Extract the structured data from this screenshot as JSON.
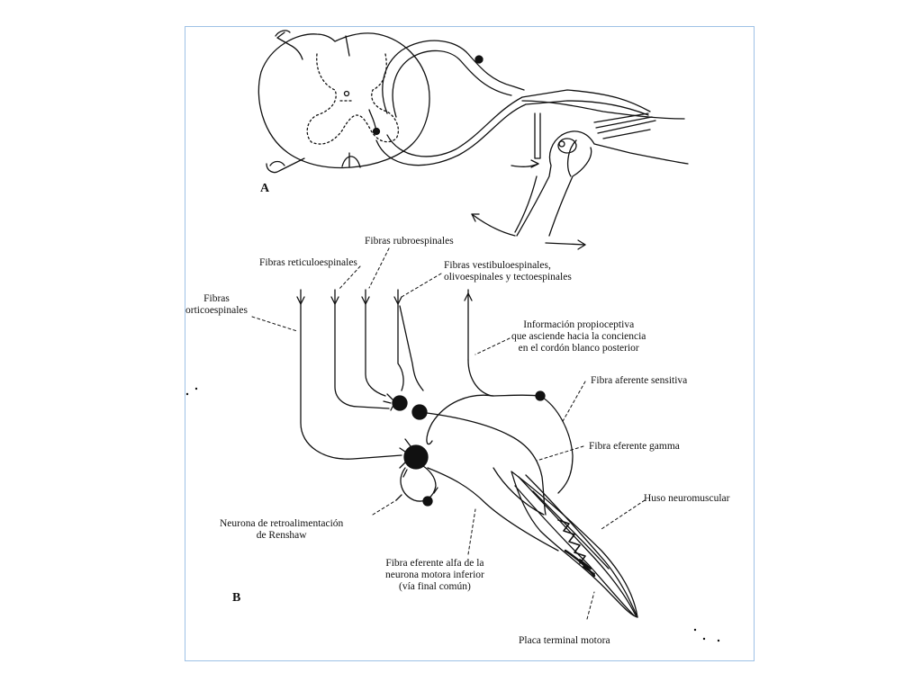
{
  "panels": {
    "a": "A",
    "b": "B"
  },
  "labels": {
    "rubro": "Fibras rubroespinales",
    "reticulo": "Fibras reticuloespinales",
    "vestibulo": [
      "Fibras vestibuloespinales,",
      "olivoespinales y tectoespinales"
    ],
    "cortico": [
      "Fibras",
      "orticoespinales"
    ],
    "propio": [
      "Información propioceptiva",
      "que asciende hacia la conciencia",
      "en el cordón blanco posterior"
    ],
    "aferente": "Fibra aferente sensitiva",
    "gamma": "Fibra eferente gamma",
    "huso": "Huso neuromuscular",
    "renshaw": [
      "Neurona de retroalimentación",
      "de Renshaw"
    ],
    "alfa": [
      "Fibra eferente alfa de la",
      "neurona motora inferior",
      "(vía final común)"
    ],
    "placa": "Placa terminal motora"
  },
  "colors": {
    "frame": "#9ec1e6",
    "ink": "#111111"
  }
}
